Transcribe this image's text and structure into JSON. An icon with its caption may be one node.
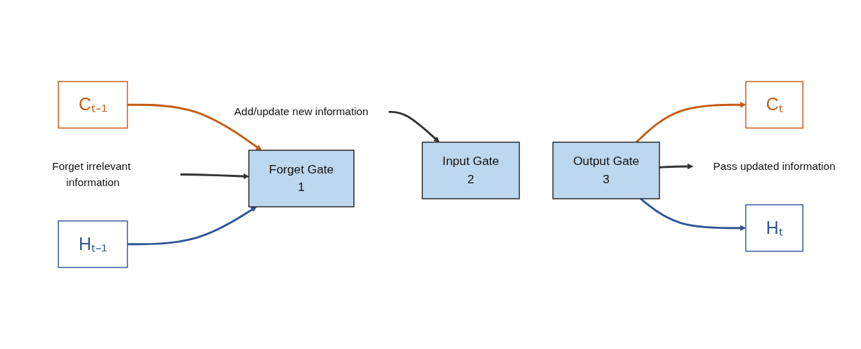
{
  "diagram": {
    "nodes": [
      {
        "text": [
          "Cₜ₋₁"
        ]
      },
      {
        "text": [
          "Forget irrelevant information"
        ]
      },
      {
        "text": [
          "Hₜ₋₁"
        ]
      },
      {
        "text": [
          "Forget Gate",
          "1"
        ]
      },
      {
        "text": [
          "Input Gate",
          "2"
        ]
      },
      {
        "text": [
          "Output Gate",
          "3"
        ]
      },
      {
        "text": [
          "Cₜ"
        ]
      },
      {
        "text": [
          "Pass updated information"
        ]
      },
      {
        "text": [
          "Hₜ"
        ]
      },
      {
        "text": [
          "Add/update new information"
        ]
      }
    ],
    "edges": [
      {
        "from": 0,
        "to": 3,
        "arrow": "to",
        "color": "#c55a11"
      },
      {
        "from": 1,
        "to": 3,
        "arrow": "to"
      },
      {
        "from": 2,
        "to": 3,
        "arrow": "to",
        "color": "#2f5597"
      },
      {
        "from": 5,
        "to": 6,
        "arrow": "to",
        "color": "#c55a11"
      },
      {
        "from": 5,
        "to": 7,
        "arrow": "to"
      },
      {
        "from": 5,
        "to": 8,
        "arrow": "to",
        "color": "#2f5597"
      },
      {
        "from": 9,
        "to": 4,
        "arrow": "to"
      }
    ]
  }
}
